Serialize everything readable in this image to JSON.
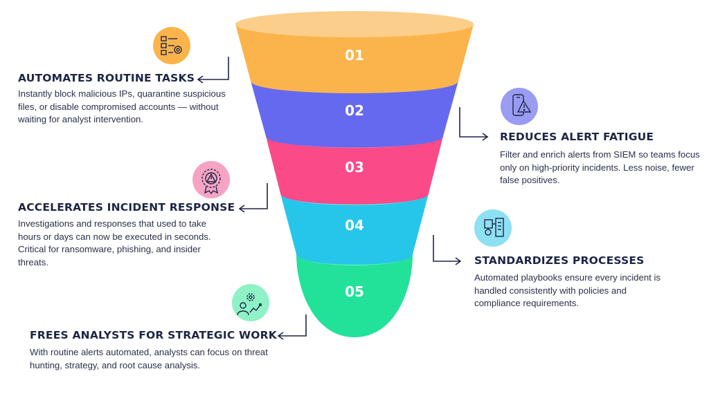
{
  "funnel": {
    "stages": [
      {
        "label": "01",
        "color": "#fbb44c"
      },
      {
        "label": "02",
        "color": "#6569ef"
      },
      {
        "label": "03",
        "color": "#fb4a88"
      },
      {
        "label": "04",
        "color": "#26c6ea"
      },
      {
        "label": "05",
        "color": "#22e29a"
      }
    ]
  },
  "items": [
    {
      "title": "AUTOMATES ROUTINE TASKS",
      "description": "Instantly block malicious IPs, quarantine suspicious files, or disable compromised accounts — without waiting for analyst intervention.",
      "icon": "task-checklist-icon",
      "icon_color": "#fbb44c"
    },
    {
      "title": "REDUCES ALERT FATIGUE",
      "description": "Filter and enrich alerts from SIEM so teams focus only on high-priority incidents. Less noise, fewer false positives.",
      "icon": "phone-alert-icon",
      "icon_color": "#9a9cf3"
    },
    {
      "title": "ACCELERATES INCIDENT RESPONSE",
      "description": "Investigations and responses that used to take hours or days can now be executed in seconds. Critical for ransomware, phishing, and insider threats.",
      "icon": "alert-badge-icon",
      "icon_color": "#f6a4c4"
    },
    {
      "title": "STANDARDIZES PROCESSES",
      "description": "Automated playbooks ensure every incident is handled consistently with policies and compliance requirements.",
      "icon": "process-document-icon",
      "icon_color": "#8ee0f3"
    },
    {
      "title": "FREES ANALYSTS FOR STRATEGIC WORK",
      "description": "With routine alerts automated, analysts can focus on threat hunting, strategy, and root cause analysis.",
      "icon": "analyst-strategy-icon",
      "icon_color": "#8ef2c6"
    }
  ]
}
